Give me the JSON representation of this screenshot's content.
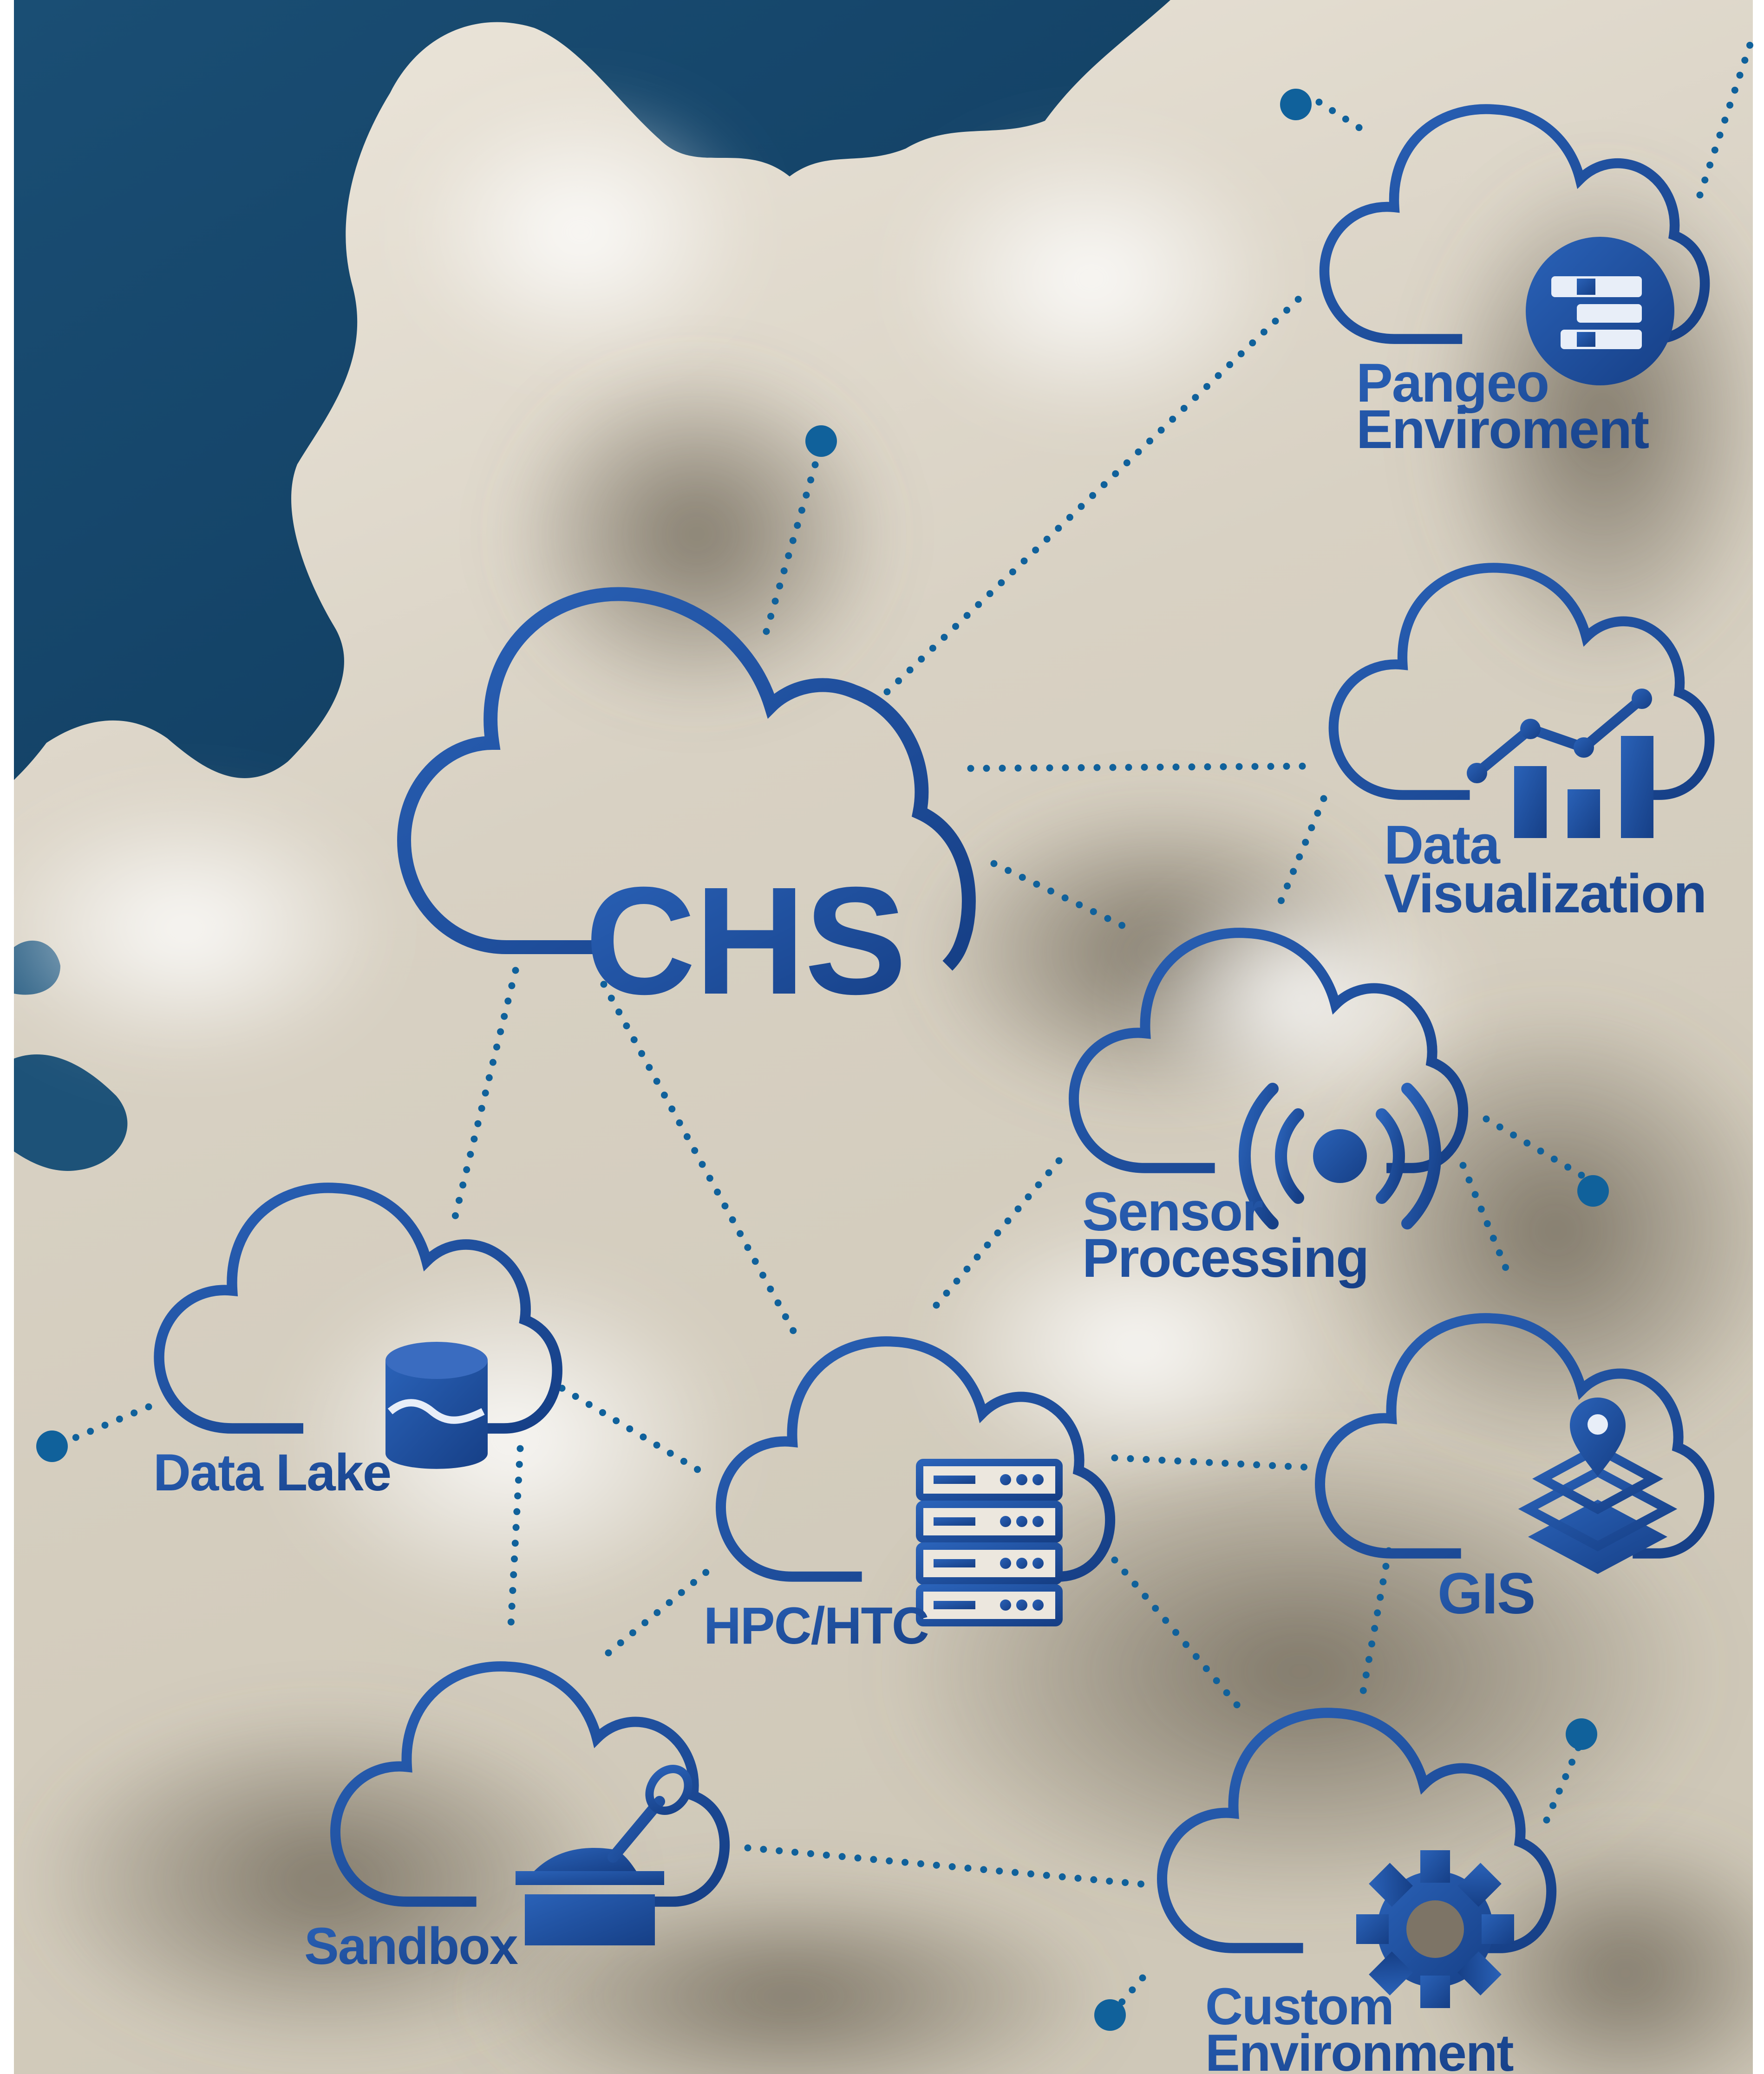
{
  "hub": {
    "label": "CHS"
  },
  "nodes": [
    {
      "id": "pangeo",
      "label_lines": [
        "Pangeo",
        "Enviroment"
      ],
      "icon": "toggle-database-icon"
    },
    {
      "id": "dataviz",
      "label_lines": [
        "Data",
        "Visualization"
      ],
      "icon": "bar-line-chart-icon"
    },
    {
      "id": "sensor",
      "label_lines": [
        "Sensor",
        "Processing"
      ],
      "icon": "signal-broadcast-icon"
    },
    {
      "id": "gis",
      "label_lines": [
        "GIS"
      ],
      "icon": "map-layers-pin-icon"
    },
    {
      "id": "datalake",
      "label_lines": [
        "Data Lake"
      ],
      "icon": "water-cylinder-icon"
    },
    {
      "id": "hpc",
      "label_lines": [
        "HPC/HTC"
      ],
      "icon": "server-rack-icon"
    },
    {
      "id": "sandbox",
      "label_lines": [
        "Sandbox"
      ],
      "icon": "sandbox-shovel-icon"
    },
    {
      "id": "custom",
      "label_lines": [
        "Custom",
        "Environment"
      ],
      "icon": "gear-icon"
    }
  ],
  "connections": [
    [
      "chs",
      "pangeo"
    ],
    [
      "chs",
      "dataviz"
    ],
    [
      "chs",
      "sensor"
    ],
    [
      "chs",
      "datalake"
    ],
    [
      "chs",
      "hpc"
    ],
    [
      "dataviz",
      "sensor"
    ],
    [
      "sensor",
      "hpc"
    ],
    [
      "sensor",
      "gis"
    ],
    [
      "hpc",
      "gis"
    ],
    [
      "hpc",
      "datalake"
    ],
    [
      "hpc",
      "sandbox"
    ],
    [
      "hpc",
      "custom"
    ],
    [
      "datalake",
      "sandbox"
    ],
    [
      "gis",
      "custom"
    ],
    [
      "sandbox",
      "custom"
    ]
  ],
  "colors": {
    "sky": "#15466b",
    "cloud_light": "#f1ede4",
    "cloud_shadow": "#8d8474",
    "icon_blue": "#1e54a4",
    "icon_blue_dark": "#123d86",
    "line_dot": "#10619b"
  }
}
